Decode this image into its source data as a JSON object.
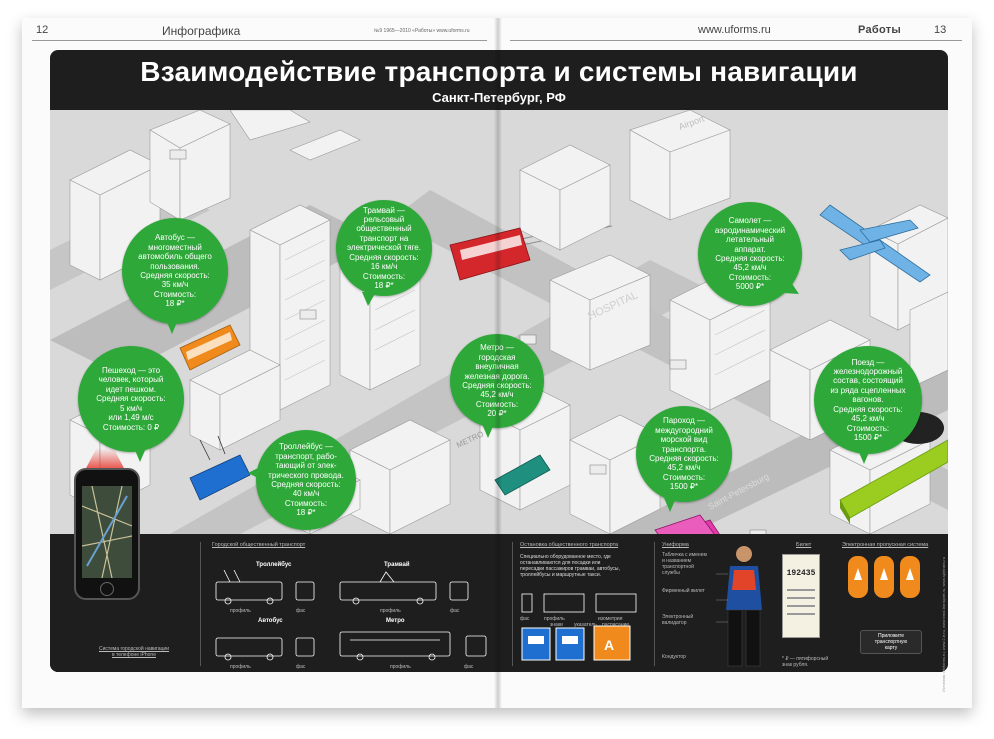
{
  "folio": {
    "left_page_number": "12",
    "left_section": "Инфографика",
    "left_small": "№9 1965—2010 «Работы» www.uforms.ru",
    "right_url": "www.uforms.ru",
    "right_logo": "Работы",
    "right_page_number": "13"
  },
  "header": {
    "title": "Взаимодействие транспорта и системы навигации",
    "subtitle": "Санкт-Петербург, РФ"
  },
  "colors": {
    "panel": "#1e1e1e",
    "bubble": "#2fa83a",
    "tram": "#d4272b",
    "bus": "#f08a1c",
    "trolley": "#1f6fd0",
    "metro": "#1f8f7f",
    "ship": "#e23aa8",
    "train": "#9acd1f",
    "plane": "#6fb3e6"
  },
  "bubbles": {
    "bus": "Автобус —\nмногоместный\nавтомобиль общего\nпользования.\nСредняя скорость:\n35 км/ч\nСтоимость:\n18 ₽*",
    "tram": "Трамвай —\nрельсовый\nобщественный\nтранспорт на\nэлектрической тяге.\nСредняя скорость:\n16 км/ч\nСтоимость:\n18 ₽*",
    "plane": "Самолет —\nаэродинамический\nлетательный\nаппарат.\nСредняя скорость:\n45,2 км/ч\nСтоимость:\n5000 ₽*",
    "pedestrian": "Пешеход — это\nчеловек, который\nидет пешком.\nСредняя скорость:\n5 км/ч\nили 1,49 м/с\nСтоимость: 0 ₽",
    "metro": "Метро —\nгородская\nвнеуличная\nжелезная дорога.\nСредняя скорость:\n45,2 км/ч\nСтоимость:\n20 ₽*",
    "trolleybus": "Троллейбус —\nтранспорт, рабо-\nтающий от элек-\nтрического провода.\nСредняя скорость:\n40 км/ч\nСтоимость:\n18 ₽*",
    "train": "Поезд —\nжелезнодорожный\nсостав, состоящий\nиз ряда сцепленных\nвагонов.\nСредняя скорость:\n45,2 км/ч\nСтоимость:\n1500 ₽*",
    "ship": "Пароход —\nмеждугородний\nморской вид\nтранспорта.\nСредняя скорость:\n45,2 км/ч\nСтоимость:\n1500 ₽*"
  },
  "city_signs": {
    "hospital": "HOSPITAL",
    "airport": "Airport",
    "street": "Saint-Petersburg",
    "metro_sign": "METRO"
  },
  "bottom": {
    "phone_caption": "Система городской навигации\nв телефоне iPhone",
    "public_transport_title": "Городской общественный транспорт",
    "vehicles": [
      "Троллейбус",
      "Трамвай",
      "Автобус",
      "Метро"
    ],
    "view_profile": "профиль",
    "view_front": "фас",
    "stop_title": "Остановка общественного транспорта",
    "stop_text": "Специально оборудованное место, где\nостанавливаются для посадки или\nпересадки пассажиров трамваи, автобусы,\nтроллейбусы и маршрутные такси.",
    "stop_views": [
      "фас",
      "профиль",
      "изометрия"
    ],
    "stop_signs": [
      "знаки",
      "указатель",
      "расписание"
    ],
    "uniform_title": "Униформа",
    "uniform_labels": [
      "Табличка с именем\nи названием\nтранспортной\nслужбы",
      "Фирменный жилет",
      "Электронный\nвалидатор",
      "Кондуктор"
    ],
    "ticket_title": "Билет",
    "ticket_number": "192435",
    "ticket_note": "* ₽ — пятифорсный\nзнак рубля.",
    "pass_title": "Электронная пропускная система",
    "pass_caption": "Приложите\nтранспортную\nкарту",
    "credits": "Источник: ufoforms.ru, www.2-tr.ru, www.bmd-transport.ru, www.spbtrans.ru"
  }
}
